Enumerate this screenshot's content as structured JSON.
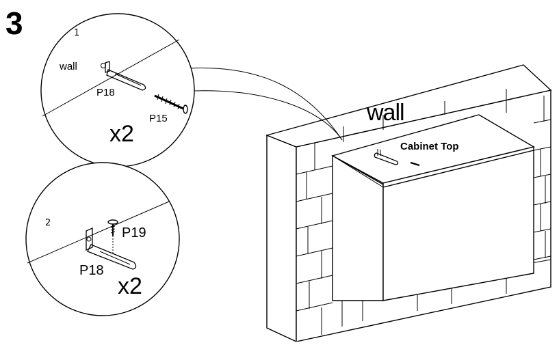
{
  "step_number": "3",
  "detail_1": {
    "index": "1",
    "wall_label": "wall",
    "bracket_part": "P18",
    "screw_part": "P15",
    "quantity": "x2"
  },
  "detail_2": {
    "index": "2",
    "screw_part": "P19",
    "bracket_part": "P18",
    "quantity": "x2"
  },
  "main": {
    "wall_label": "wall",
    "cabinet_label": "Cabinet Top"
  }
}
